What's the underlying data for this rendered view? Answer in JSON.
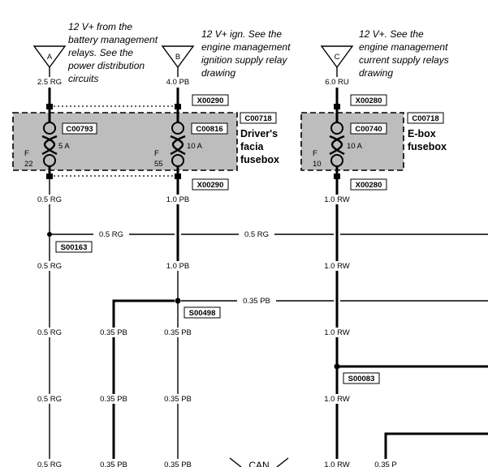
{
  "sources": [
    {
      "letter": "A",
      "note": [
        "12 V+ from the",
        "battery management",
        "relays. See the",
        "power distribution",
        "circuits"
      ],
      "wire": "2.5 RG"
    },
    {
      "letter": "B",
      "note": [
        "12 V+ ign. See the",
        "engine management",
        "ignition supply relay",
        "drawing"
      ],
      "wire": "4.0 PB"
    },
    {
      "letter": "C",
      "note": [
        "12 V+. See the",
        "engine management",
        "current supply relays",
        "drawing"
      ],
      "wire": "6.0 RU"
    }
  ],
  "fuseboxes": [
    {
      "code": "C00718",
      "title": [
        "Driver's",
        "facia",
        "fusebox"
      ]
    },
    {
      "code": "C00718",
      "title": [
        "E-box",
        "fusebox"
      ]
    }
  ],
  "fuses": [
    {
      "code": "C00793",
      "rating": "5 A",
      "f": "F",
      "num": "22"
    },
    {
      "code": "C00816",
      "rating": "10 A",
      "f": "F",
      "num": "55"
    },
    {
      "code": "C00740",
      "rating": "10 A",
      "f": "F",
      "num": "10"
    }
  ],
  "connectors": [
    "X00290",
    "X00290",
    "X00280",
    "X00280"
  ],
  "splices": [
    "S00163",
    "S00498",
    "S00083"
  ],
  "wire_labels": {
    "rg_05": "0.5 RG",
    "pb_10": "1.0 PB",
    "rw_10": "1.0 RW",
    "pb_035": "0.35 PB",
    "p_035": "0.35 P"
  },
  "can_label": "CAN"
}
